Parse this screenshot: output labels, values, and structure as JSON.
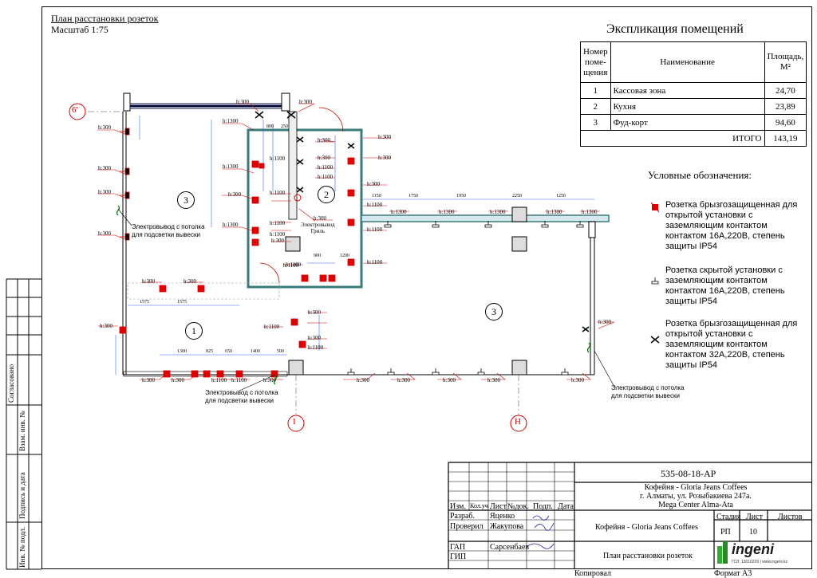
{
  "drawing": {
    "title": "План расстановки розеток",
    "scale": "Масштаб 1:75"
  },
  "axes": [
    "6'",
    "I",
    "H"
  ],
  "rooms": [
    "3",
    "2",
    "1",
    "3"
  ],
  "plan_labels": {
    "wire_note_1": "Электровывод с потолка",
    "wire_note_1b": "для подсветки вывески",
    "wire_note_2": "Электровывод с потолка",
    "wire_note_2b": "для подсветки вывески",
    "wire_note_3": "Электровывод с потолка",
    "wire_note_3b": "для подсветки вывески",
    "grill_note": "Электровывод",
    "grill_note_b": "Гриль"
  },
  "heights": [
    "h:300",
    "h:1100",
    "h:1300"
  ],
  "dims_top": [
    "1150",
    "1750",
    "1950",
    "2250",
    "1250"
  ],
  "dims_left": [
    "1575",
    "1575"
  ],
  "dims_bottom": [
    "1300",
    "825",
    "650",
    "1400",
    "500"
  ],
  "dims_kitchen": [
    "800",
    "250",
    "900",
    "1200"
  ],
  "explication": {
    "title": "Экспликация помещений",
    "headers": [
      "Номер поме-щения",
      "Наименование",
      "Площадь, М²"
    ],
    "rows": [
      {
        "num": "1",
        "name": "Кассовая зона",
        "area": "24,70"
      },
      {
        "num": "2",
        "name": "Кухня",
        "area": "23,89"
      },
      {
        "num": "3",
        "name": "Фуд-корт",
        "area": "94,60"
      }
    ],
    "total_label": "ИТОГО",
    "total_value": "143,19"
  },
  "legend": {
    "title": "Условные обозначения:",
    "items": [
      "Розетка брызгозащищенная для открытой установки с заземляющим контактом контактом 16А,220В, степень защиты IP54",
      "Розетка скрытой установки с заземляющим контактом контактом 16А,220В, степень защиты IP54",
      "Розетка брызгозащищенная для открытой установки с заземляющим контактом контактом 32А,220В, степень защиты IP54"
    ]
  },
  "left_stamp": [
    "Согласовано",
    "Взам. инв. №",
    "Подпись и дата",
    "Инв. № подл."
  ],
  "title_block": {
    "code": "535-08-18-АР",
    "address_1": "Кофейня - Gloria Jeans Coffees",
    "address_2": "г. Алматы, ул. Розыбакиева 247а.",
    "address_3": "Mega Center Alma-Ata",
    "col_headers": [
      "Изм.",
      "Кол.уч",
      "Лист",
      "№док.",
      "Подп.",
      "Дата"
    ],
    "roles": [
      {
        "role": "Разраб.",
        "name": "Яценко"
      },
      {
        "role": "Проверил",
        "name": "Жакупова"
      },
      {
        "role": "ГАП",
        "name": "Сарсенбаев"
      },
      {
        "role": "ГИП",
        "name": ""
      }
    ],
    "object": "Кофейня - Gloria Jeans Coffees",
    "sheet_title": "План расстановки розеток",
    "stage_headers": [
      "Стадия",
      "Лист",
      "Листов"
    ],
    "stage": "РП",
    "sheet": "10",
    "sheets": "",
    "copied": "Копировал",
    "format": "Формат А3",
    "logo_text": "ingeni",
    "logo_sub": "ГСЛ: 13010220 | www.ingeni.kz"
  }
}
